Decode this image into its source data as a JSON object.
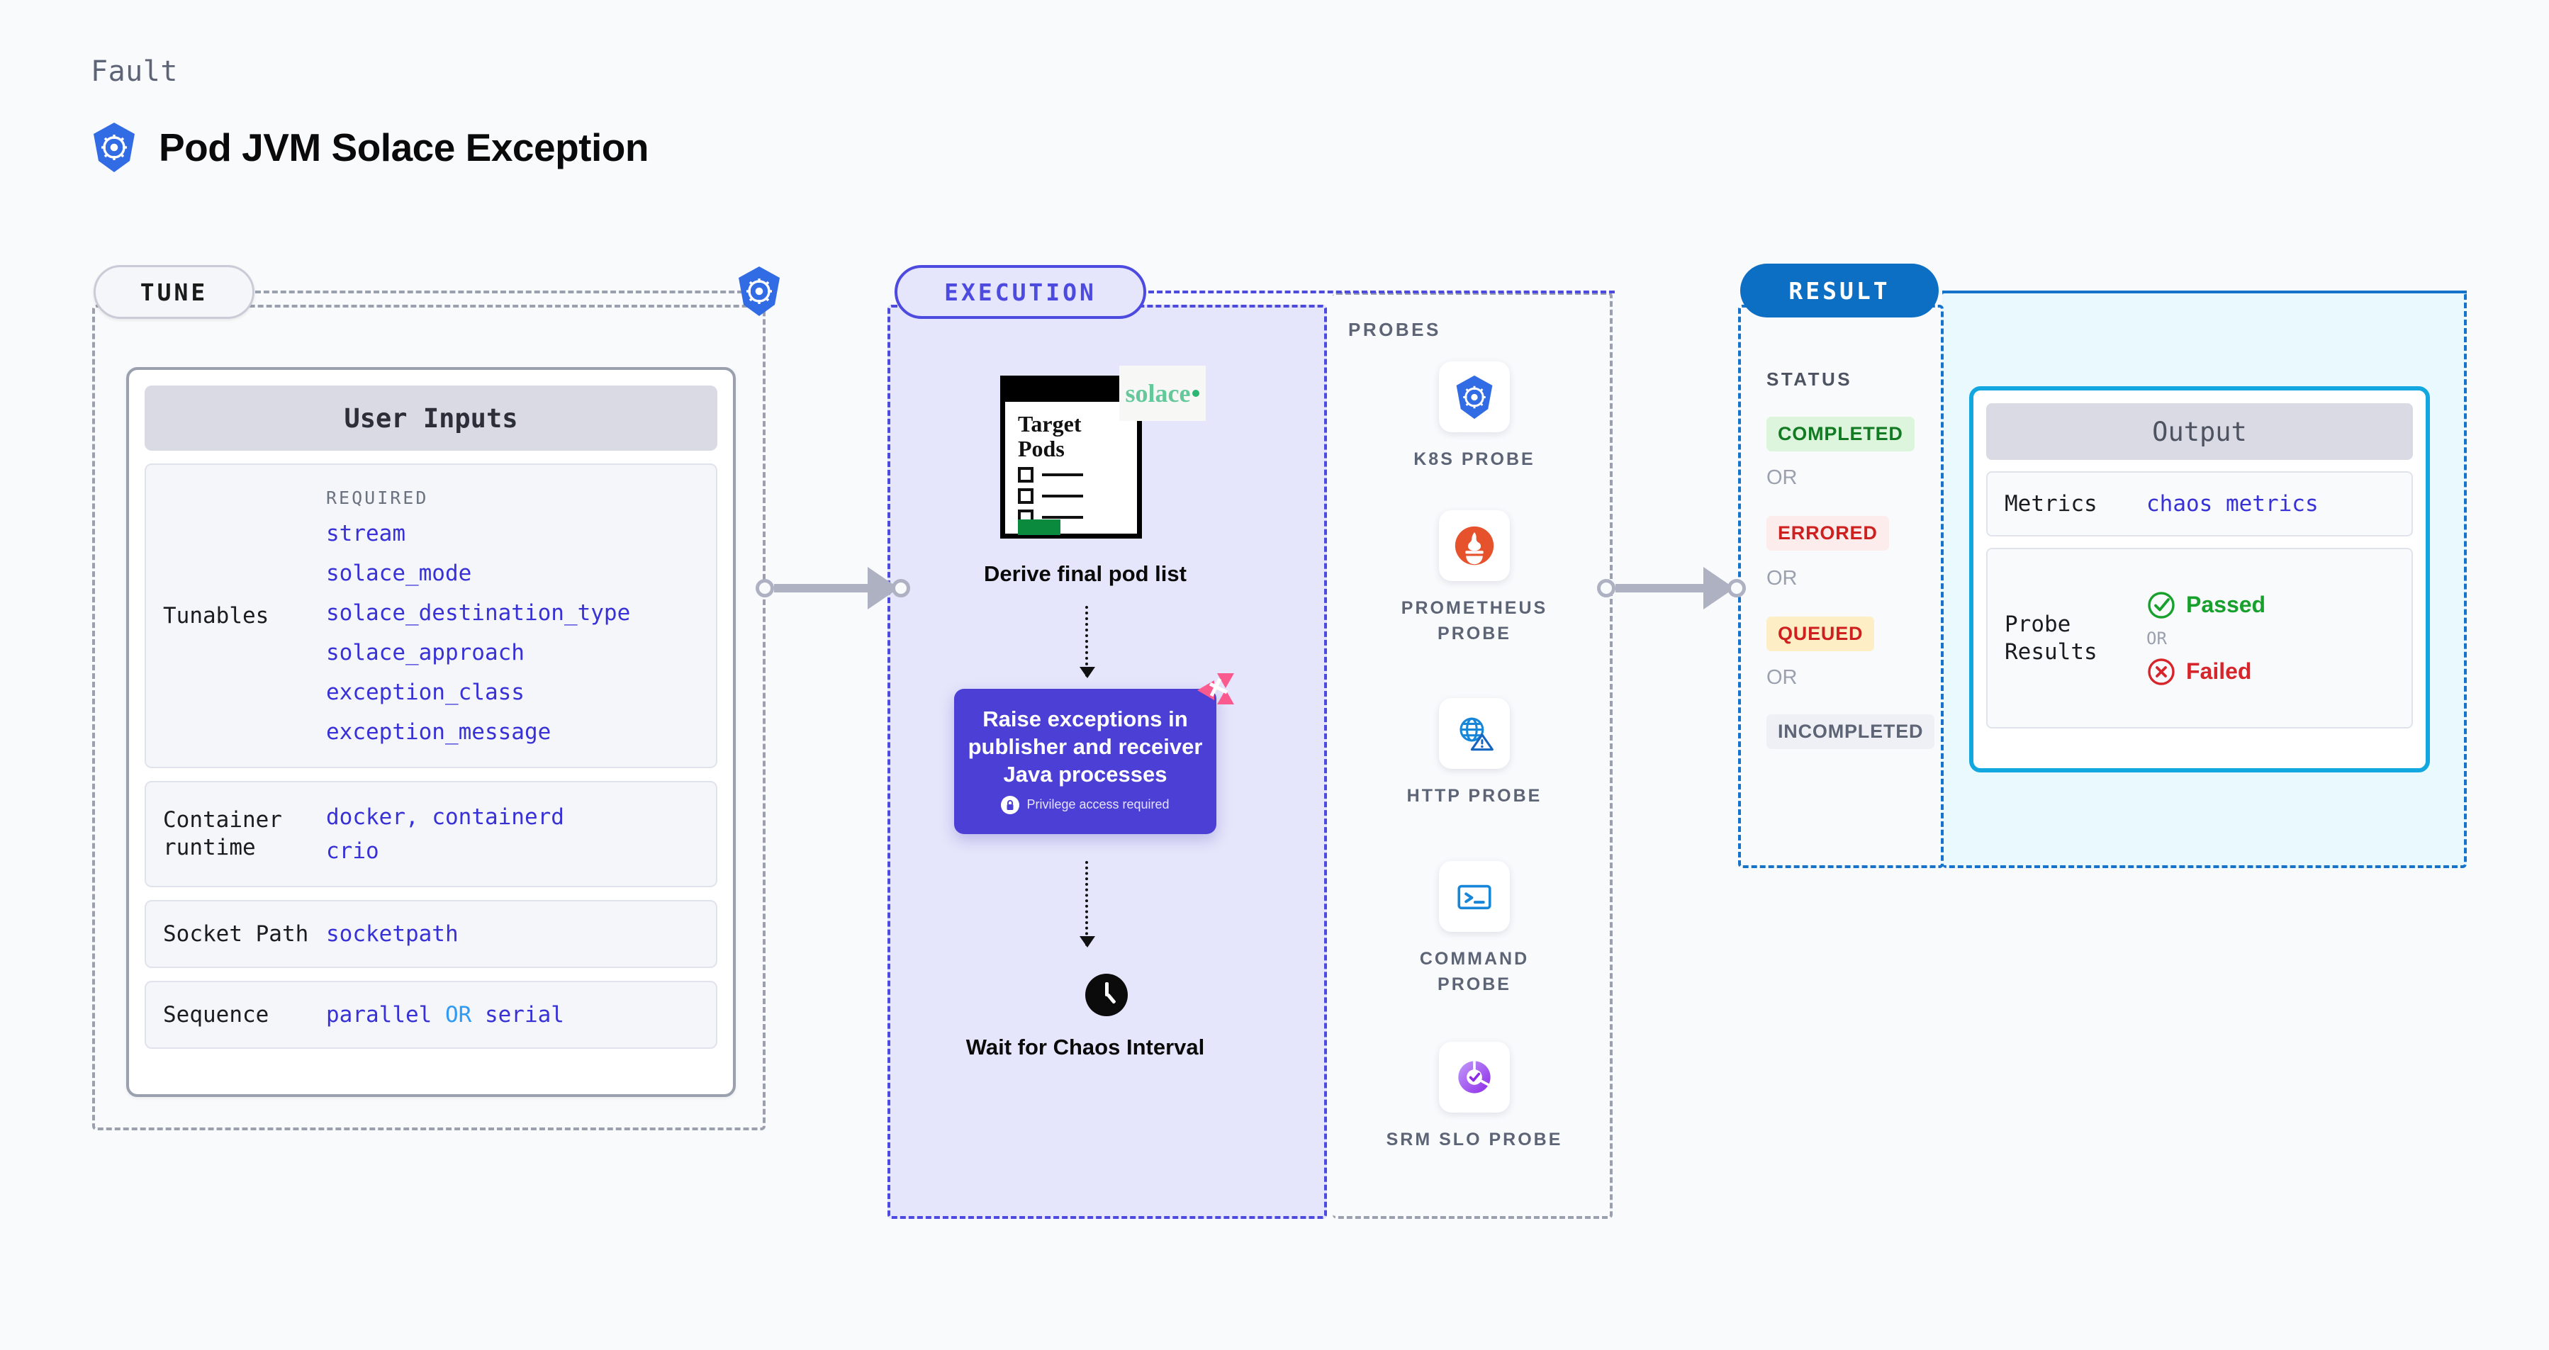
{
  "header": {
    "eyebrow": "Fault",
    "title": "Pod JVM Solace Exception",
    "icon": "kubernetes-icon"
  },
  "tune": {
    "pill_label": "TUNE",
    "badge_icon": "kubernetes-icon",
    "card_title": "User Inputs",
    "tunables": {
      "label": "Tunables",
      "required_heading": "REQUIRED",
      "items": [
        "stream",
        "solace_mode",
        "solace_destination_type",
        "solace_approach",
        "exception_class",
        "exception_message"
      ]
    },
    "container_runtime": {
      "label": "Container runtime",
      "values": [
        "docker",
        "containerd",
        "crio"
      ],
      "separator": ","
    },
    "socket_path": {
      "label": "Socket Path",
      "value": "socketpath"
    },
    "sequence": {
      "label": "Sequence",
      "value_a": "parallel",
      "operator": "OR",
      "value_b": "serial"
    }
  },
  "execution": {
    "pill_label": "EXECUTION",
    "doc_node": {
      "title_line1": "Target",
      "title_line2": "Pods",
      "brand": "solace",
      "caption": "Derive final pod list"
    },
    "action_card": {
      "text": "Raise exceptions in publisher and receiver Java processes",
      "privilege_note": "Privilege access required",
      "lock_icon": "lock-icon",
      "corner_icon": "litmus-logo-icon",
      "color": "#4b3fd6"
    },
    "wait_node": {
      "icon": "clock-icon",
      "caption": "Wait for Chaos Interval"
    }
  },
  "probes": {
    "heading": "PROBES",
    "items": [
      {
        "label": "K8S PROBE",
        "icon": "kubernetes-icon"
      },
      {
        "label": "PROMETHEUS PROBE",
        "icon": "prometheus-icon"
      },
      {
        "label": "HTTP PROBE",
        "icon": "http-globe-warning-icon"
      },
      {
        "label": "COMMAND PROBE",
        "icon": "terminal-icon"
      },
      {
        "label": "SRM SLO PROBE",
        "icon": "srm-slo-icon"
      }
    ]
  },
  "result": {
    "pill_label": "RESULT",
    "status_heading": "STATUS",
    "or_label": "OR",
    "statuses": [
      {
        "label": "COMPLETED",
        "color": "#127a22",
        "bg": "#ddf5dd"
      },
      {
        "label": "ERRORED",
        "color": "#cf2020",
        "bg": "#fdecec"
      },
      {
        "label": "QUEUED",
        "color": "#cf2020",
        "bg": "#fdeec5"
      },
      {
        "label": "INCOMPLETED",
        "color": "#5d6475",
        "bg": "#eff0f5"
      }
    ]
  },
  "output": {
    "title": "Output",
    "metrics": {
      "label": "Metrics",
      "value": "chaos metrics"
    },
    "probe_results": {
      "label": "Probe Results",
      "passed": "Passed",
      "failed": "Failed",
      "or_label": "OR",
      "passed_icon": "check-circle-icon",
      "failed_icon": "x-circle-icon"
    }
  },
  "colors": {
    "accent_purple": "#4d4ae0",
    "accent_blue": "#0d6fc4",
    "accent_cyan": "#13a7e0",
    "code_blue": "#3832d6"
  }
}
